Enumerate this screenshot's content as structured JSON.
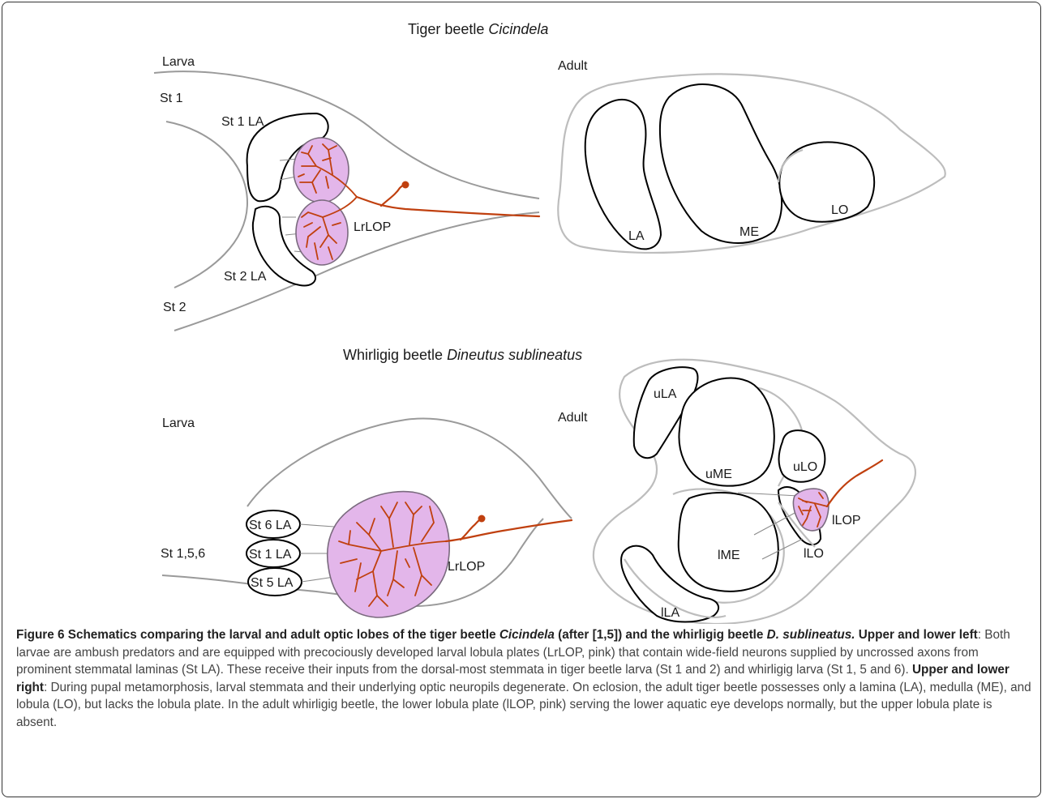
{
  "figure": {
    "tiger_title_prefix": "Tiger beetle ",
    "tiger_title_italic": "Cicindela",
    "whirligig_title_prefix": "Whirligig beetle ",
    "whirligig_title_italic": "Dineutus sublineatus",
    "tiger_larva": {
      "label": "Larva",
      "st1": "St 1",
      "st2": "St 2",
      "st1_la": "St 1 LA",
      "st2_la": "St 2 LA",
      "lrlop": "LrLOP"
    },
    "tiger_adult": {
      "label": "Adult",
      "la": "LA",
      "me": "ME",
      "lo": "LO"
    },
    "whirligig_larva": {
      "label": "Larva",
      "st156": "St 1,5,6",
      "st6_la": "St 6 LA",
      "st1_la": "St 1 LA",
      "st5_la": "St 5 LA",
      "lrlop": "LrLOP"
    },
    "whirligig_adult": {
      "label": "Adult",
      "ula": "uLA",
      "ume": "uME",
      "ulo": "uLO",
      "ilop": "lLOP",
      "ilo": "lLO",
      "ime": "lME",
      "ila": "lLA"
    },
    "colors": {
      "neuropil_pink": "#e3b6ea",
      "neuron_orange": "#c0400f",
      "outline_gray": "#9a9a9a"
    }
  },
  "caption": {
    "fig_label": "Figure 6",
    "title_1": " Schematics comparing the larval and adult optic lobes of the tiger beetle ",
    "title_italic_1": "Cicindela",
    "title_2": " (after [1,5]) and the whirligig beetle ",
    "title_italic_2": "D. sublineatus.",
    "s1_head": " Upper and lower left",
    "s1_body": ": Both larvae are ambush predators and are equipped with precociously developed larval lobula plates (LrLOP, pink) that contain wide-field neurons supplied by uncrossed axons from prominent stemmatal laminas (St LA). These receive their inputs from the dorsal-most stemmata in tiger beetle larva (St 1 and 2) and whirligig larva (St 1, 5 and 6). ",
    "s2_head": "Upper and lower right",
    "s2_body": ": During pupal metamorphosis, larval stemmata and their underlying optic neuropils degenerate. On eclosion, the adult tiger beetle possesses only a lamina (LA), medulla (ME), and lobula (LO), but lacks the lobula plate. In the adult whirligig beetle, the lower lobula plate (lLOP, pink) serving the lower aquatic eye develops normally, but the upper lobula plate is absent."
  }
}
